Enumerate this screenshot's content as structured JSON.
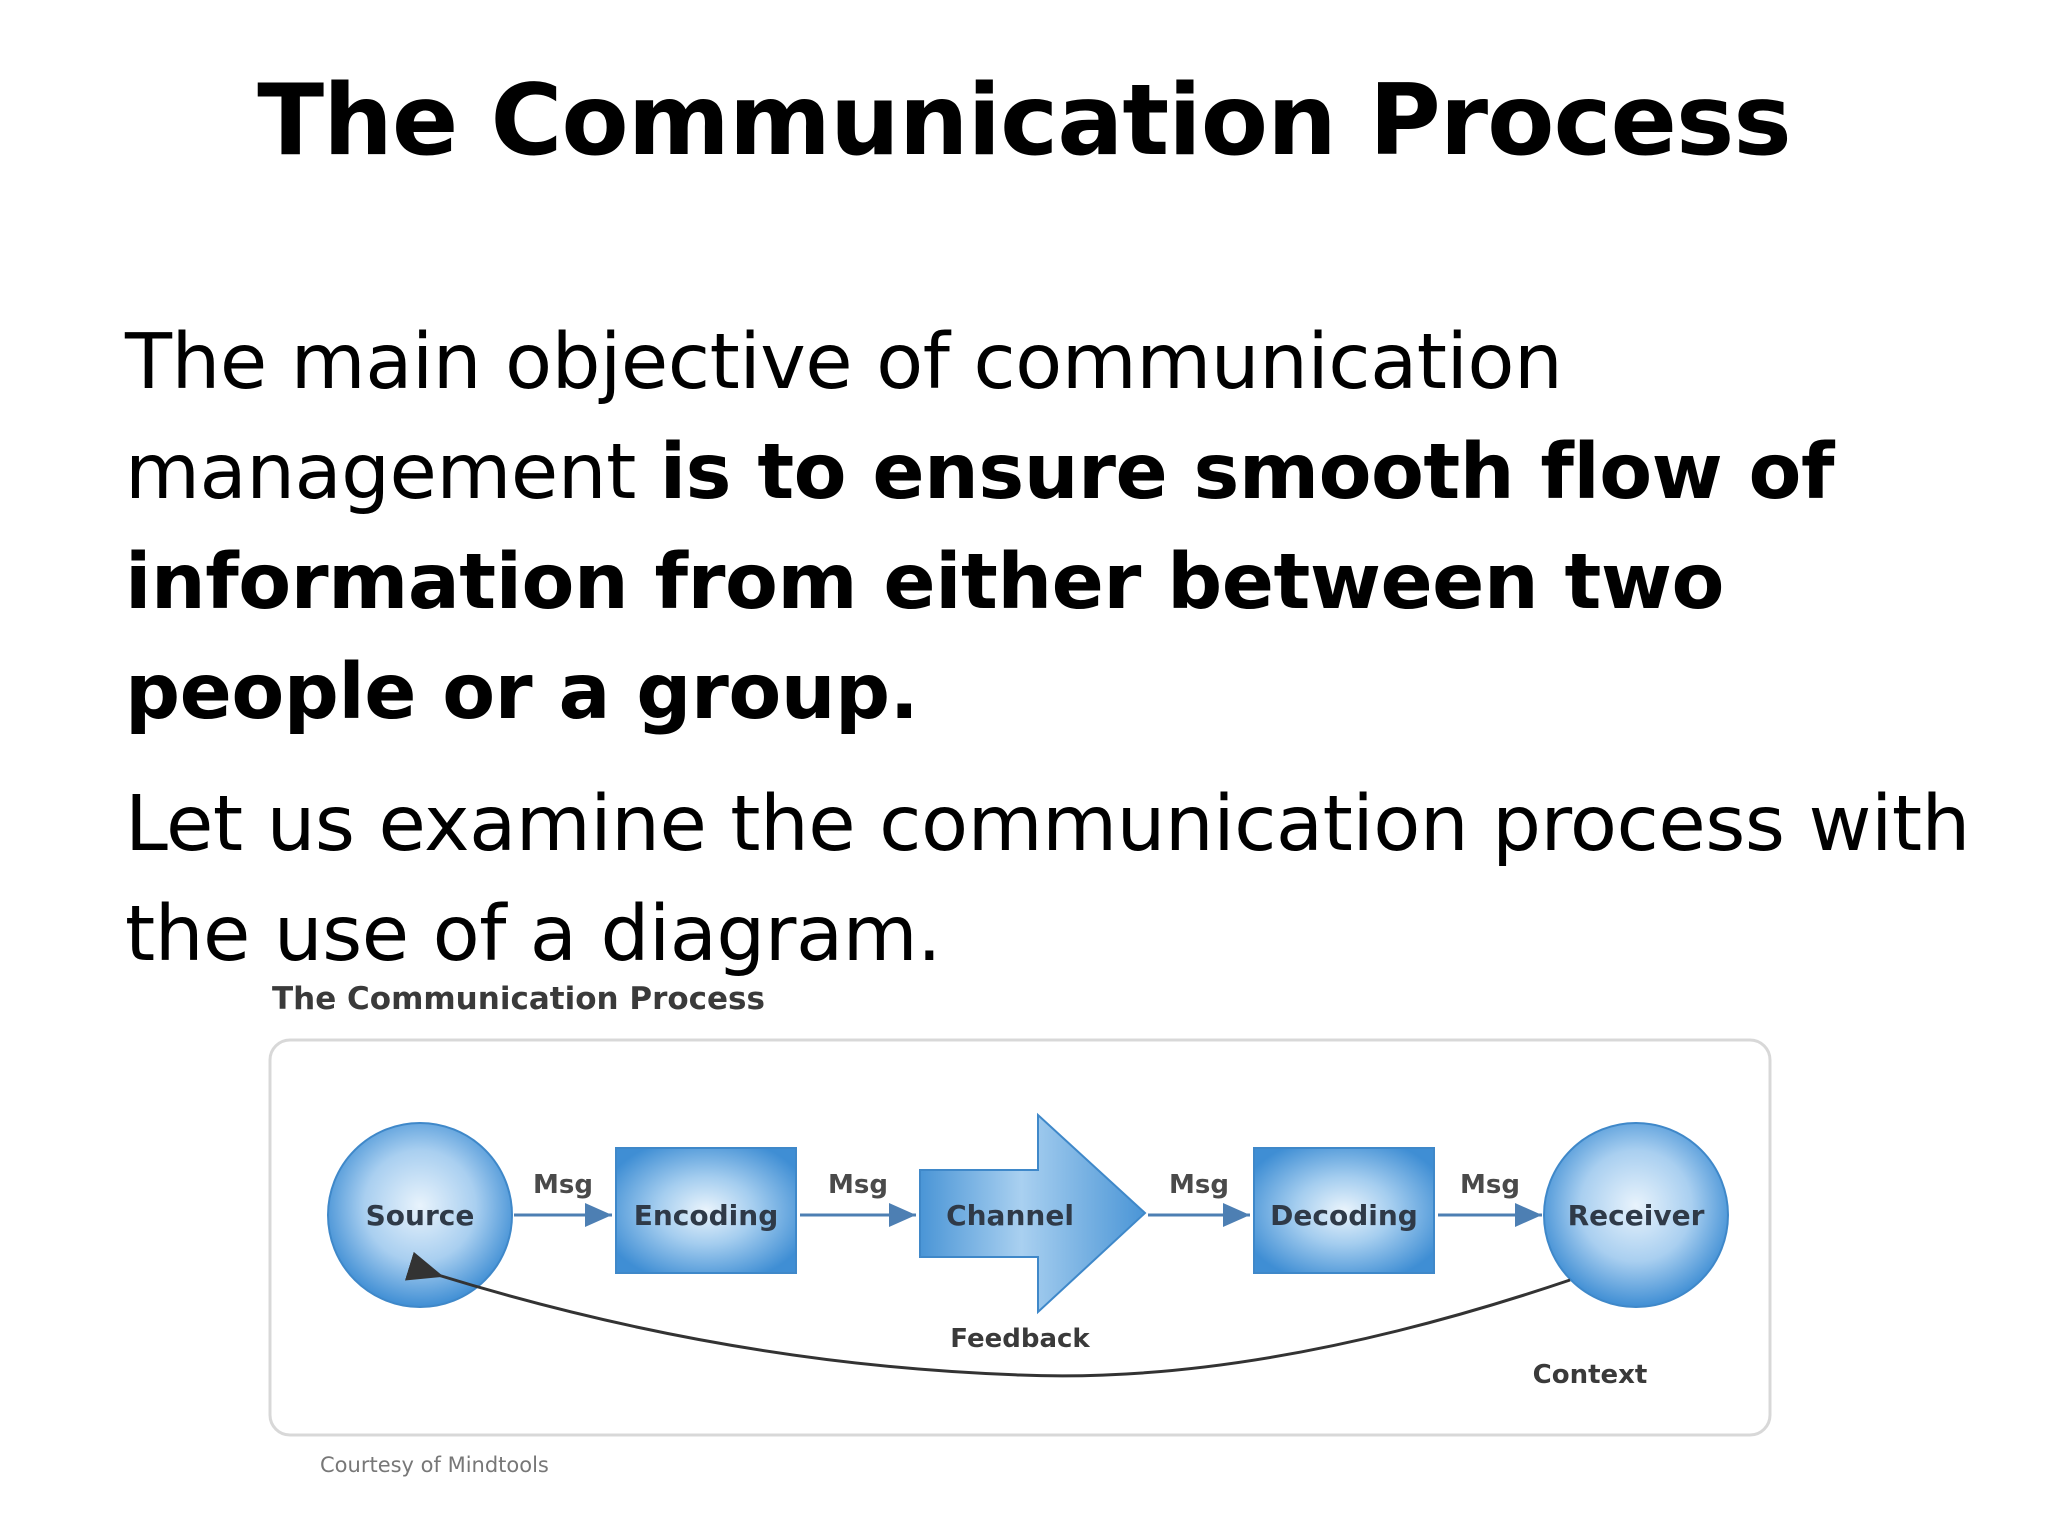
{
  "slide": {
    "title": "The Communication Process",
    "paragraph1": {
      "normal": "The main objective of communication management ",
      "bold": "is to ensure smooth flow of information from either between two people or a group."
    },
    "paragraph2": "Let us examine the communication process with the use of a diagram."
  },
  "diagram": {
    "title": "The Communication Process",
    "nodes": {
      "source": "Source",
      "encoding": "Encoding",
      "channel": "Channel",
      "decoding": "Decoding",
      "receiver": "Receiver"
    },
    "message_labels": [
      "Msg",
      "Msg",
      "Msg",
      "Msg"
    ],
    "feedback": "Feedback",
    "context": "Context",
    "courtesy": "Courtesy of Mindtools",
    "colors": {
      "node_fill": "#4d9ad8",
      "node_light": "#d9ebf9",
      "frame": "#d8d8d8",
      "arrow": "#555555",
      "text": "#333333"
    }
  }
}
